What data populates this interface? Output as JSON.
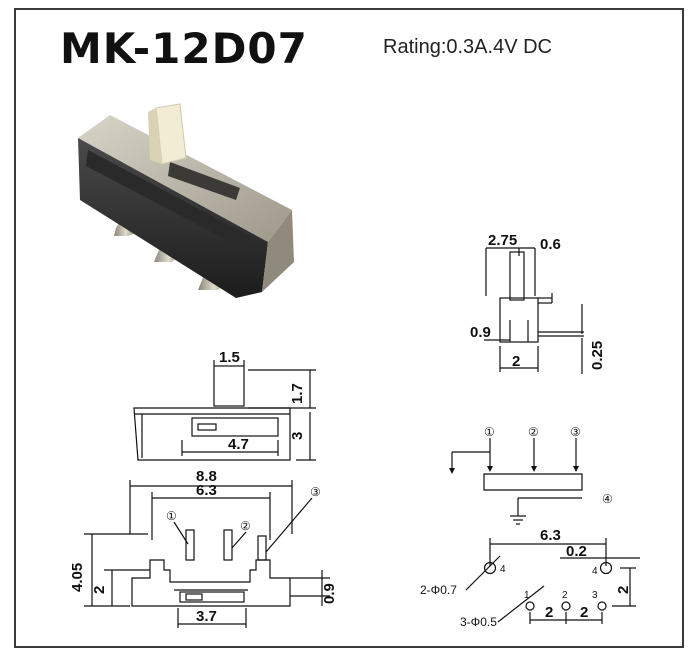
{
  "header": {
    "model": "MK-12D07",
    "rating": "Rating:0.3A.4V DC"
  },
  "side_view": {
    "overall_width": "2.75",
    "actuator_width": "0.6",
    "body_inset": "0.9",
    "body_width": "2",
    "terminal_thickness": "0.25"
  },
  "front_view": {
    "actuator_width": "1.5",
    "actuator_height": "1.7",
    "body_height": "3",
    "slot_length": "4.7"
  },
  "bottom_view": {
    "overall_length": "8.8",
    "mount_pitch": "6.3",
    "height": "4.05",
    "base_height": "2",
    "foot_height": "0.9",
    "slot_length": "3.7",
    "pin_labels": [
      "①",
      "②",
      "③"
    ]
  },
  "schematic": {
    "terminals": [
      "①",
      "②",
      "③",
      "④"
    ]
  },
  "pcb_layout": {
    "mount_spacing": "6.3",
    "offset": "0.2",
    "mount_hole": "2-Φ0.7",
    "pin_hole": "3-Φ0.5",
    "pitch_1": "2",
    "pitch_2": "2",
    "vertical": "2",
    "hole_labels": [
      "4",
      "4",
      "1",
      "2",
      "3"
    ]
  }
}
